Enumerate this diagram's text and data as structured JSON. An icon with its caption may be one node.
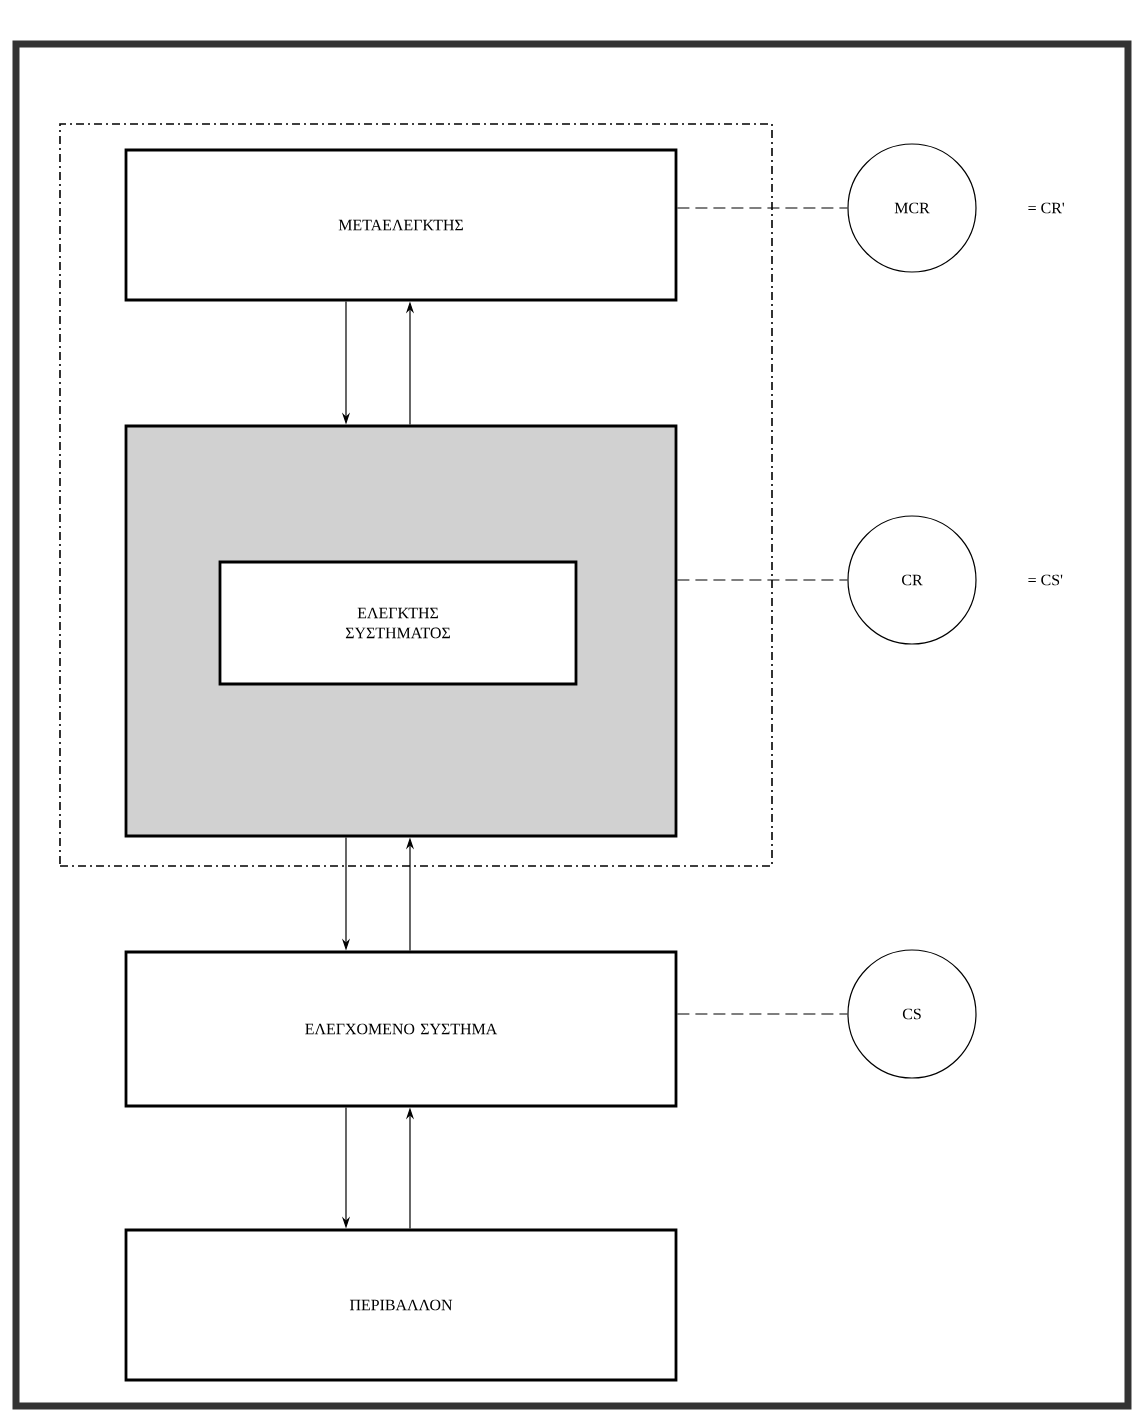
{
  "diagram": {
    "nodes": [
      {
        "text": [],
        "shape": "box"
      },
      {
        "text": [
          "ΜΕΤΑΕΛΕΓΚΤΗΣ"
        ],
        "in": 0
      },
      {
        "text": [],
        "shape": "box",
        "in": 0
      },
      {
        "text": [
          "ΕΛΕΓΚΤΗΣ ΣΥΣΤΗΜΑΤΟΣ"
        ],
        "in": 2
      },
      {
        "text": [
          "ΕΛΕΓΧΟΜΕΝΟ ΣΥΣΤΗΜΑ"
        ]
      },
      {
        "text": [
          "ΠΕΡΙΒΑΛΛΟΝ"
        ]
      },
      {
        "text": [
          "MCR"
        ],
        "beside": [
          "= CR'"
        ]
      },
      {
        "text": [
          "CR"
        ],
        "beside": [
          "= CS'"
        ]
      },
      {
        "text": [
          "CS"
        ]
      }
    ],
    "edges": [
      {
        "from": 1,
        "to": 2,
        "arrow": "to"
      },
      {
        "from": 2,
        "to": 1,
        "arrow": "to"
      },
      {
        "from": 2,
        "to": 4,
        "arrow": "to"
      },
      {
        "from": 4,
        "to": 2,
        "arrow": "to"
      },
      {
        "from": 4,
        "to": 5,
        "arrow": "to"
      },
      {
        "from": 5,
        "to": 4,
        "arrow": "to"
      },
      {
        "from": 1,
        "to": 6,
        "arrow": "none",
        "style": "dashed"
      },
      {
        "from": 2,
        "to": 7,
        "arrow": "none",
        "style": "dashed"
      },
      {
        "from": 4,
        "to": 8,
        "arrow": "none",
        "style": "dashed"
      }
    ]
  }
}
